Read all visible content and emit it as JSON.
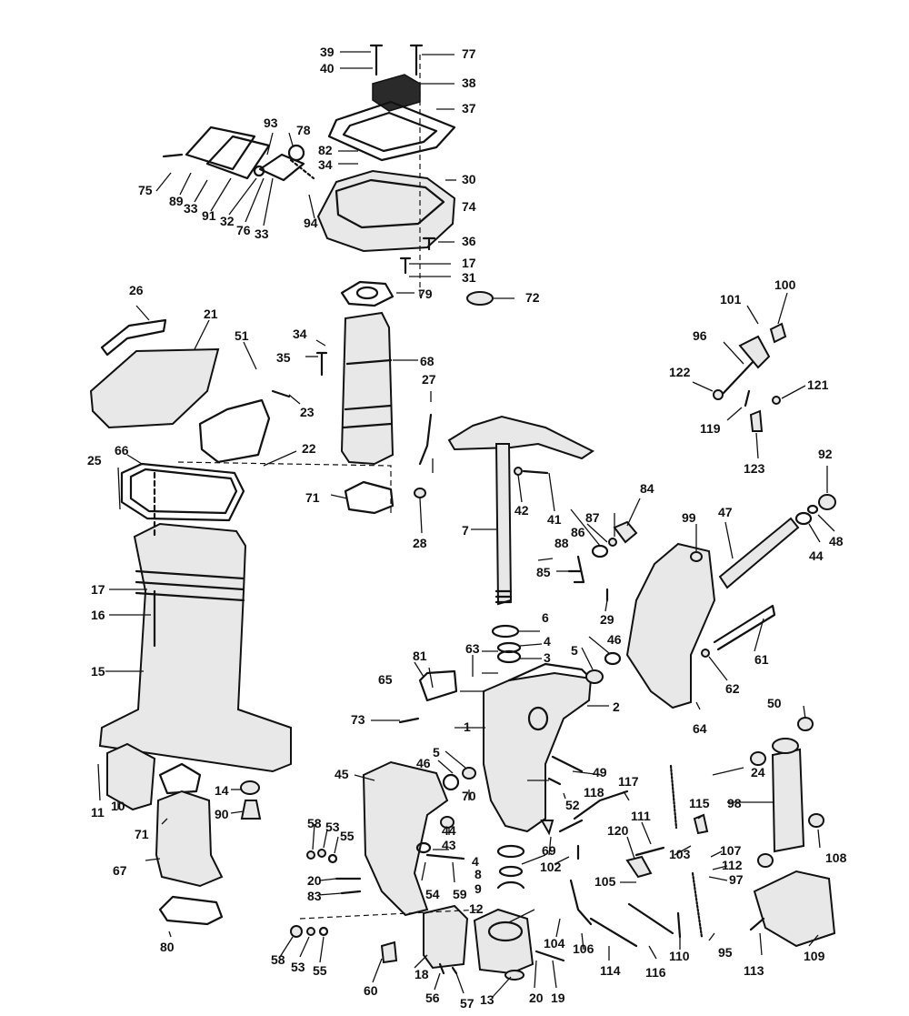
{
  "callouts": {
    "c1": "1",
    "c2": "2",
    "c3": "3",
    "c4a": "4",
    "c4b": "4",
    "c5a": "5",
    "c5b": "5",
    "c6": "6",
    "c7": "7",
    "c8": "8",
    "c9": "9",
    "c10": "10",
    "c11": "11",
    "c12": "12",
    "c13": "13",
    "c14": "14",
    "c15": "15",
    "c16": "16",
    "c17a": "17",
    "c17b": "17",
    "c18": "18",
    "c19": "19",
    "c20a": "20",
    "c20b": "20",
    "c21": "21",
    "c22": "22",
    "c23": "23",
    "c24": "24",
    "c25": "25",
    "c26": "26",
    "c27": "27",
    "c28": "28",
    "c29": "29",
    "c30": "30",
    "c31": "31",
    "c32": "32",
    "c33a": "33",
    "c33b": "33",
    "c34a": "34",
    "c34b": "34",
    "c35": "35",
    "c36": "36",
    "c37": "37",
    "c38": "38",
    "c39": "39",
    "c40": "40",
    "c41": "41",
    "c42": "42",
    "c43": "43",
    "c44a": "44",
    "c44b": "44",
    "c45": "45",
    "c46a": "46",
    "c46b": "46",
    "c47": "47",
    "c48": "48",
    "c49": "49",
    "c50": "50",
    "c51": "51",
    "c52": "52",
    "c53a": "53",
    "c53b": "53",
    "c54": "54",
    "c55a": "55",
    "c55b": "55",
    "c56": "56",
    "c57": "57",
    "c58a": "58",
    "c58b": "58",
    "c59": "59",
    "c60": "60",
    "c61": "61",
    "c62": "62",
    "c63": "63",
    "c64": "64",
    "c65": "65",
    "c66": "66",
    "c67": "67",
    "c68": "68",
    "c69": "69",
    "c70": "70",
    "c71a": "71",
    "c71b": "71",
    "c72": "72",
    "c73": "73",
    "c74": "74",
    "c75": "75",
    "c76": "76",
    "c77": "77",
    "c78": "78",
    "c79": "79",
    "c80": "80",
    "c81": "81",
    "c82": "82",
    "c83": "83",
    "c84": "84",
    "c85": "85",
    "c86": "86",
    "c87": "87",
    "c88": "88",
    "c89": "89",
    "c90": "90",
    "c91": "91",
    "c92": "92",
    "c93": "93",
    "c94": "94",
    "c95": "95",
    "c96": "96",
    "c97": "97",
    "c98": "98",
    "c99": "99",
    "c100": "100",
    "c101": "101",
    "c102": "102",
    "c103": "103",
    "c104": "104",
    "c105": "105",
    "c106": "106",
    "c107": "107",
    "c108": "108",
    "c109": "109",
    "c110": "110",
    "c111": "111",
    "c112": "112",
    "c113": "113",
    "c114": "114",
    "c115": "115",
    "c116": "116",
    "c117": "117",
    "c118": "118",
    "c119": "119",
    "c120": "120",
    "c121": "121",
    "c122": "122",
    "c123": "123"
  }
}
